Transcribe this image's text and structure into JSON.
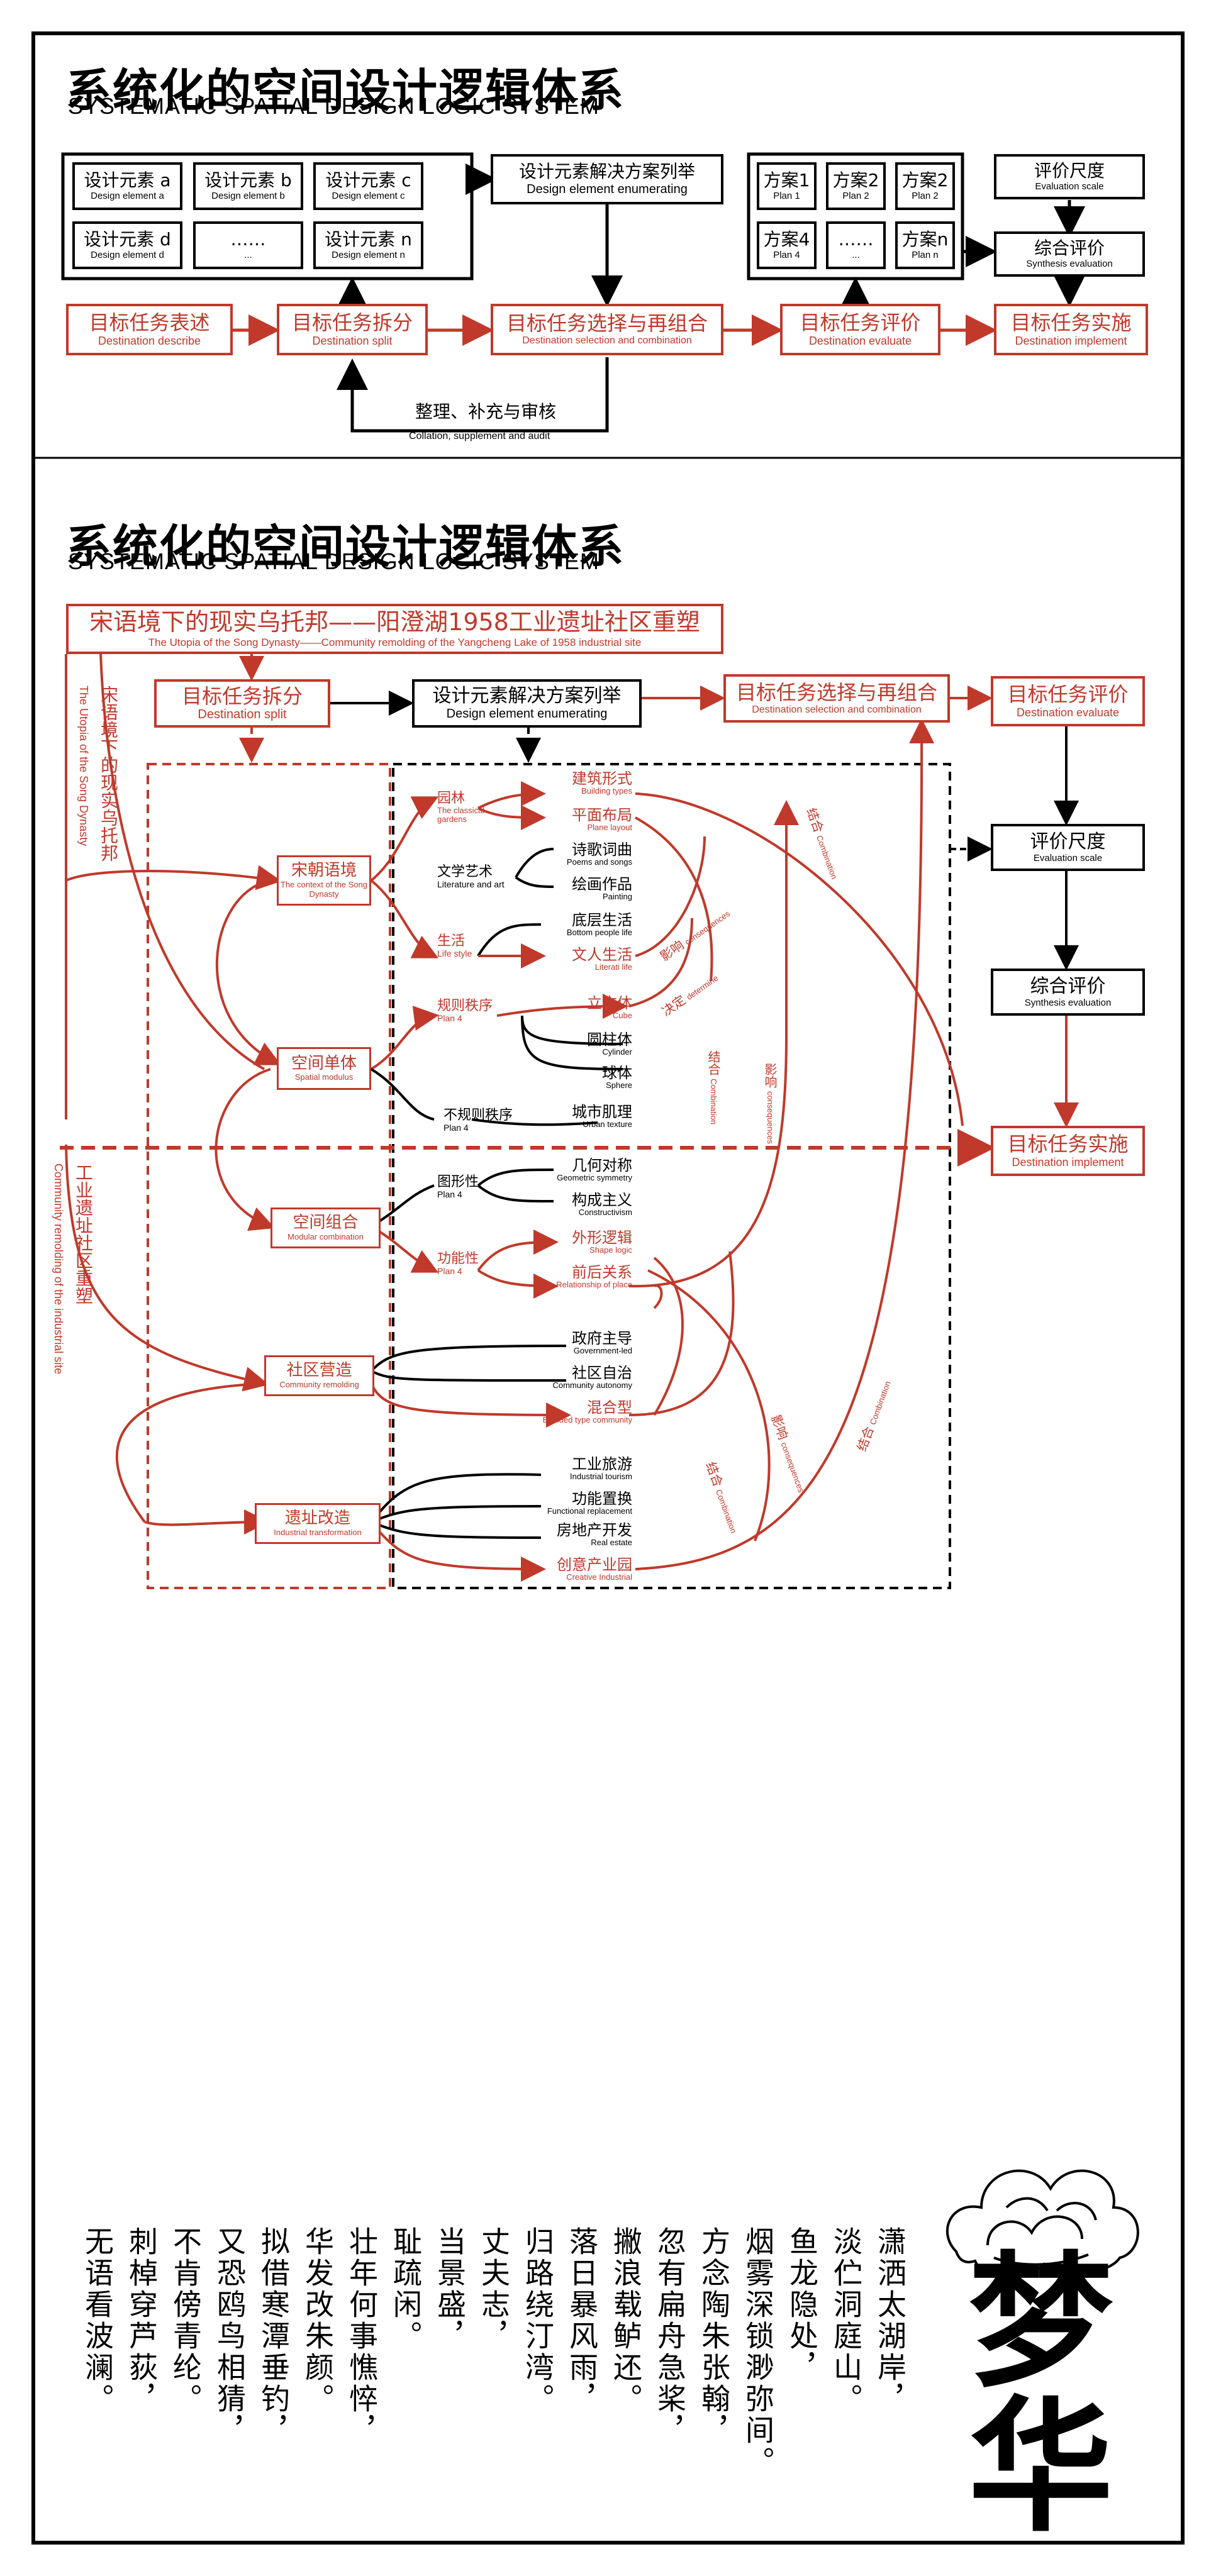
{
  "section1": {
    "title_cn": "系统化的空间设计逻辑体系",
    "title_en": "SYSTEMATIC SPATIAL DESIGN LOGIC SYSTEM",
    "elements": [
      {
        "cn": "设计元素 a",
        "en": "Design element a"
      },
      {
        "cn": "设计元素 b",
        "en": "Design element b"
      },
      {
        "cn": "设计元素 c",
        "en": "Design element c"
      },
      {
        "cn": "设计元素 d",
        "en": "Design element d"
      },
      {
        "cn": "……",
        "en": "..."
      },
      {
        "cn": "设计元素 n",
        "en": "Design element n"
      }
    ],
    "enumerating": {
      "cn": "设计元素解决方案列举",
      "en": "Design element enumerating"
    },
    "plans": [
      {
        "cn": "方案1",
        "en": "Plan 1"
      },
      {
        "cn": "方案2",
        "en": "Plan 2"
      },
      {
        "cn": "方案2",
        "en": "Plan 2"
      },
      {
        "cn": "方案4",
        "en": "Plan 4"
      },
      {
        "cn": "……",
        "en": "..."
      },
      {
        "cn": "方案n",
        "en": "Plan n"
      }
    ],
    "eval_scale": {
      "cn": "评价尺度",
      "en": "Evaluation scale"
    },
    "synthesis": {
      "cn": "综合评价",
      "en": "Synthesis evaluation"
    },
    "flow": [
      {
        "cn": "目标任务表述",
        "en": "Destination describe"
      },
      {
        "cn": "目标任务拆分",
        "en": "Destination split"
      },
      {
        "cn": "目标任务选择与再组合",
        "en": "Destination selection and combination"
      },
      {
        "cn": "目标任务评价",
        "en": "Destination evaluate"
      },
      {
        "cn": "目标任务实施",
        "en": "Destination implement"
      }
    ],
    "feedback": {
      "cn": "整理、补充与审核",
      "en": "Collation, supplement and audit"
    }
  },
  "section2": {
    "title_cn": "系统化的空间设计逻辑体系",
    "title_en": "SYSTEMATIC SPATIAL DESIGN LOGIC SYSTEM",
    "header": {
      "cn": "宋语境下的现实乌托邦——阳澄湖1958工业遗址社区重塑",
      "en": "The Utopia of the Song Dynasty——Community remolding of the Yangcheng Lake of 1958 industrial site"
    },
    "split": {
      "cn": "目标任务拆分",
      "en": "Destination split"
    },
    "enumerating": {
      "cn": "设计元素解决方案列举",
      "en": "Design element enumerating"
    },
    "selection": {
      "cn": "目标任务选择与再组合",
      "en": "Destination selection and combination"
    },
    "evaluate": {
      "cn": "目标任务评价",
      "en": "Destination evaluate"
    },
    "eval_scale": {
      "cn": "评价尺度",
      "en": "Evaluation scale"
    },
    "synthesis": {
      "cn": "综合评价",
      "en": "Synthesis evaluation"
    },
    "implement": {
      "cn": "目标任务实施",
      "en": "Destination implement"
    },
    "left_vertical_1": {
      "cn": "宋语境下的现实乌托邦",
      "en": "The Utopia of the Song Dynasty"
    },
    "left_vertical_2": {
      "cn": "工业遗址社区重塑",
      "en": "Community remolding of the industrial site"
    },
    "categories": [
      {
        "cn": "宋朝语境",
        "en": "The context of the Song Dynasty"
      },
      {
        "cn": "空间单体",
        "en": "Spatial modulus"
      },
      {
        "cn": "空间组合",
        "en": "Modular combination"
      },
      {
        "cn": "社区营造",
        "en": "Community remolding"
      },
      {
        "cn": "遗址改造",
        "en": "Industrial transformation"
      }
    ],
    "sub_left": [
      {
        "cn": "园林",
        "en": "The classical gardens",
        "color": "red"
      },
      {
        "cn": "文学艺术",
        "en": "Literature and art",
        "color": "black"
      },
      {
        "cn": "生活",
        "en": "Life style",
        "color": "red"
      },
      {
        "cn": "规则秩序",
        "en": "Plan 4",
        "color": "red"
      },
      {
        "cn": "不规则秩序",
        "en": "Plan 4",
        "color": "black"
      },
      {
        "cn": "图形性",
        "en": "Plan 4",
        "color": "black"
      },
      {
        "cn": "功能性",
        "en": "Plan 4",
        "color": "red"
      }
    ],
    "leaves": [
      {
        "cn": "建筑形式",
        "en": "Building types",
        "color": "red"
      },
      {
        "cn": "平面布局",
        "en": "Plane layout",
        "color": "red"
      },
      {
        "cn": "诗歌词曲",
        "en": "Poems and songs",
        "color": "black"
      },
      {
        "cn": "绘画作品",
        "en": "Painting",
        "color": "black"
      },
      {
        "cn": "底层生活",
        "en": "Bottom people life",
        "color": "black"
      },
      {
        "cn": "文人生活",
        "en": "Literati life",
        "color": "red"
      },
      {
        "cn": "立方体",
        "en": "Cube",
        "color": "red"
      },
      {
        "cn": "圆柱体",
        "en": "Cylinder",
        "color": "black"
      },
      {
        "cn": "球体",
        "en": "Sphere",
        "color": "black"
      },
      {
        "cn": "城市肌理",
        "en": "Urban texture",
        "color": "black"
      },
      {
        "cn": "几何对称",
        "en": "Geometric symmetry",
        "color": "black"
      },
      {
        "cn": "构成主义",
        "en": "Constructivism",
        "color": "black"
      },
      {
        "cn": "外形逻辑",
        "en": "Shape logic",
        "color": "red"
      },
      {
        "cn": "前后关系",
        "en": "Relationship of place",
        "color": "red"
      },
      {
        "cn": "政府主导",
        "en": "Government-led",
        "color": "black"
      },
      {
        "cn": "社区自治",
        "en": "Community autonomy",
        "color": "black"
      },
      {
        "cn": "混合型",
        "en": "Blended type community",
        "color": "red"
      },
      {
        "cn": "工业旅游",
        "en": "Industrial tourism",
        "color": "black"
      },
      {
        "cn": "功能置换",
        "en": "Functional replacement",
        "color": "black"
      },
      {
        "cn": "房地产开发",
        "en": "Real estate",
        "color": "black"
      },
      {
        "cn": "创意产业园",
        "en": "Creative Industrial",
        "color": "red"
      }
    ],
    "relations": {
      "influence": "影响",
      "influence_en": "consequences",
      "determine": "决定",
      "determine_en": "determine",
      "combine": "结合",
      "combine_en": "Combination"
    }
  },
  "poem": {
    "columns": [
      "潇洒太湖岸，",
      "淡伫洞庭山。",
      "鱼龙隐处，",
      "烟雾深锁渺弥间。",
      "方念陶朱张翰，",
      "忽有扁舟急桨，",
      "撇浪载鲈还。",
      "落日暴风雨，",
      "归路绕汀湾。",
      "丈夫志，",
      "当景盛，",
      "耻疏闲。",
      "壮年何事憔悴，",
      "华发改朱颜。",
      "拟借寒潭垂钓，",
      "又恐鸥鸟相猜，",
      "不肯傍青纶。",
      "刺棹穿芦荻，",
      "无语看波澜。"
    ],
    "calligraphy": "梦华"
  }
}
